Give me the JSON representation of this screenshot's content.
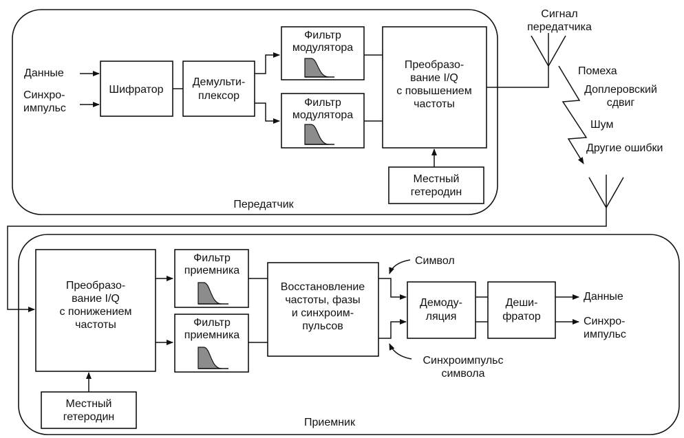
{
  "transmitter": {
    "panel_label": "Передатчик",
    "inputs": {
      "data": "Данные",
      "sync": [
        "Синхро-",
        "импульс"
      ]
    },
    "encoder": "Шифратор",
    "demux": [
      "Демульти-",
      "плексор"
    ],
    "mod_filter": [
      "Фильтр",
      "модулятора"
    ],
    "upconverter": [
      "Преобразо-",
      "вание I/Q",
      "с повышением",
      "частоты"
    ],
    "local_osc": [
      "Местный",
      "гетеродин"
    ],
    "tx_signal": [
      "Сигнал",
      "передатчика"
    ]
  },
  "channel": {
    "impairments": [
      "Помеха",
      "Доплеровский",
      "сдвиг",
      "Шум",
      "Другие ошибки"
    ]
  },
  "receiver": {
    "panel_label": "Приемник",
    "downconverter": [
      "Преобразо-",
      "вание I/Q",
      "с понижением",
      "частоты"
    ],
    "rx_filter": [
      "Фильтр",
      "приемника"
    ],
    "recovery": [
      "Восстановление",
      "частоты, фазы",
      "и синхроим-",
      "пульсов"
    ],
    "symbol": "Символ",
    "symbol_sync": [
      "Синхроимпульс",
      "символа"
    ],
    "demod": [
      "Демоду-",
      "ляция"
    ],
    "decoder": [
      "Деши-",
      "фратор"
    ],
    "outputs": {
      "data": "Данные",
      "sync": [
        "Синхро-",
        "импульс"
      ]
    },
    "local_osc": [
      "Местный",
      "гетеродин"
    ]
  }
}
